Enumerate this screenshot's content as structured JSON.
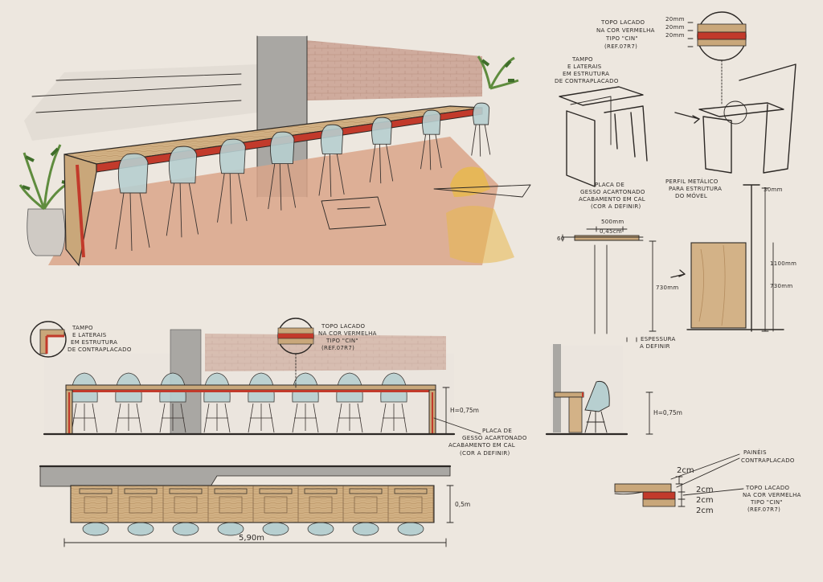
{
  "colors": {
    "paper": "#ede7df",
    "wood": "#c9a77a",
    "wood_dark": "#a97e4f",
    "lacquer_red": "#c23a2b",
    "concrete": "#9a9a98",
    "brick": "#b98b7a",
    "floor": "#d9a48a",
    "chair": "#b7cfd0",
    "plant": "#5f8c3e",
    "ink": "#2c2825"
  },
  "perspective": {
    "label": ""
  },
  "exploded": {
    "top_note": [
      "TOPO LACADO",
      "NA COR VERMELHA",
      "TIPO \"CIN\"",
      "(REF.07R7)"
    ],
    "thickness_labels": [
      "20mm",
      "20mm",
      "20mm"
    ],
    "tampo_note": [
      "TAMPO",
      "E LATERAIS",
      "EM ESTRUTURA",
      "DE CONTRAPLACADO"
    ],
    "placa_note": [
      "PLACA DE",
      "GESSO ACARTONADO",
      "ACABAMENTO EM CAL",
      "(COR A DEFINIR)"
    ],
    "perfil_note": [
      "PERFIL METÁLICO",
      "PARA ESTRUTURA",
      "DO MÓVEL"
    ]
  },
  "section": {
    "dim_60": "60",
    "dim_top_500": "500mm",
    "dim_top_450": "0,45cm",
    "dim_730": "730mm",
    "dim_espessura": [
      "ESPESSURA",
      "A DEFINIR"
    ],
    "dim_30": "30mm",
    "dim_1100": "1100mm",
    "dim_730b": "730mm"
  },
  "elevation": {
    "tampo_note": [
      "TAMPO",
      "E LATERAIS",
      "EM ESTRUTURA",
      "DE CONTRAPLACADO"
    ],
    "top_note": [
      "TOPO LACADO",
      "NA COR VERMELHA",
      "TIPO \"CIN\"",
      "(REF.07R7)"
    ],
    "height_label": "H=0,75m",
    "placa_note": [
      "PLACA DE",
      "GESSO ACARTONADO",
      "ACABAMENTO EM CAL",
      "(COR A DEFINIR)"
    ]
  },
  "side": {
    "height_label": "H=0,75m"
  },
  "plan": {
    "depth_label": "0,5m",
    "length_label": "5,90m",
    "seat_count": 8
  },
  "detail": {
    "dim_2cm_top": "2cm",
    "paineis_note": [
      "PAINÉIS",
      "CONTRAPLACADO"
    ],
    "dim_2cm_a": "2cm",
    "dim_2cm_b": "2cm",
    "dim_2cm_c": "2cm",
    "topo_note": [
      "TOPO LACADO",
      "NA COR VERMELHA",
      "TIPO \"CIN\"",
      "(REF.07R7)"
    ]
  }
}
